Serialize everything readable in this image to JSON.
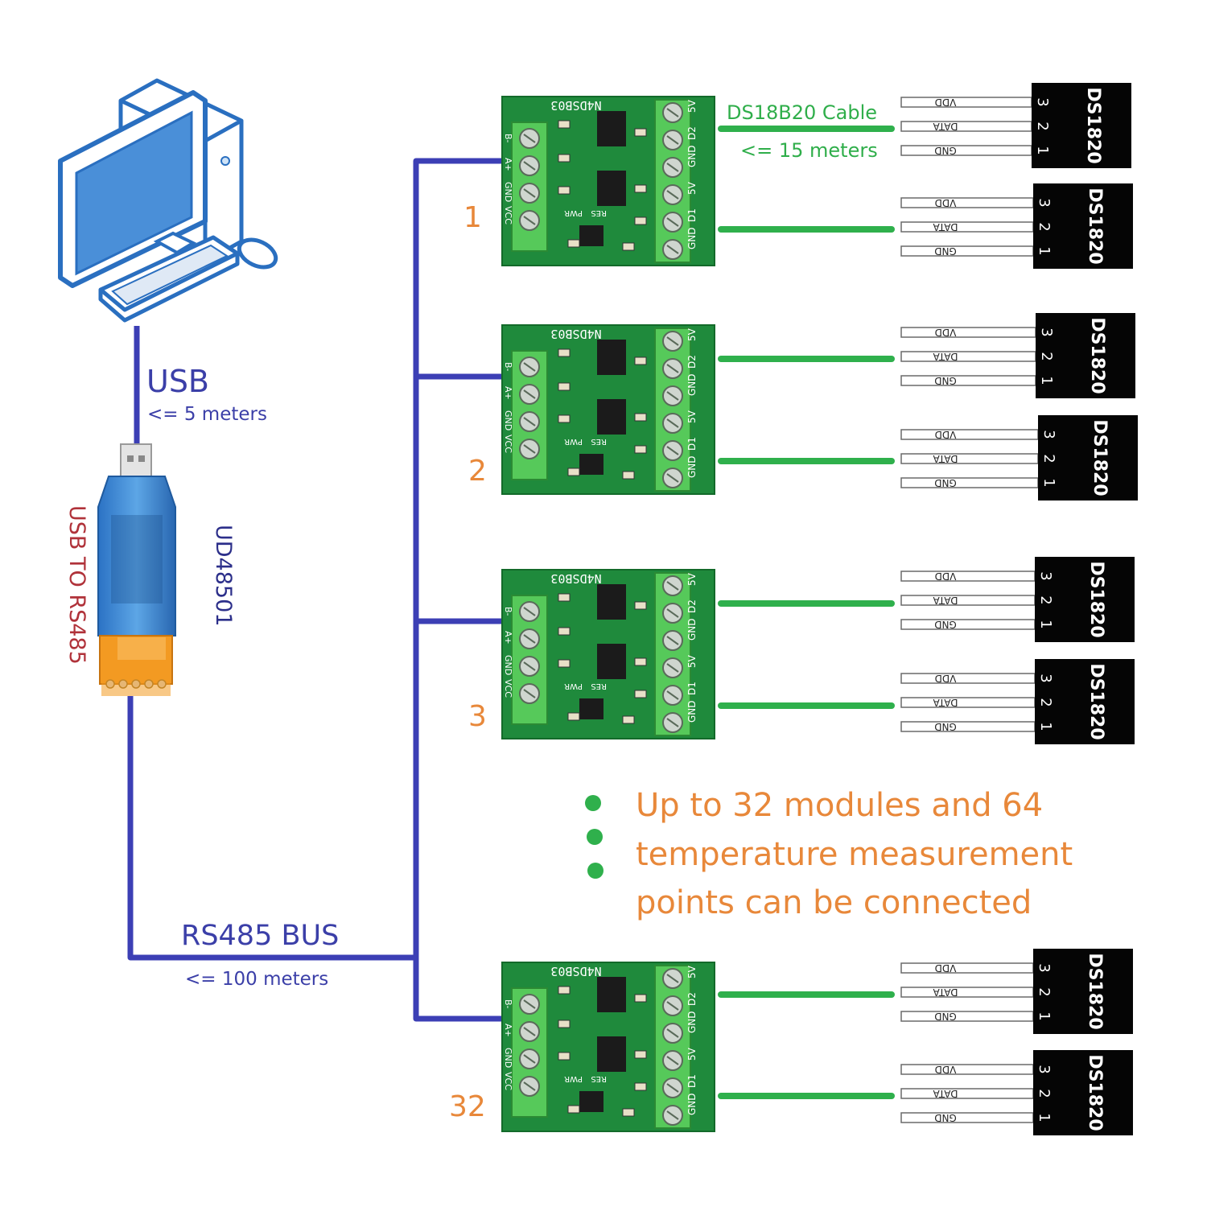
{
  "usb": {
    "label": "USB",
    "distance": "<= 5 meters"
  },
  "converter": {
    "name": "USB TO RS485",
    "model": "UD48501"
  },
  "bus": {
    "label": "RS485 BUS",
    "distance": "<= 100 meters"
  },
  "cable": {
    "label": "DS18B20 Cable",
    "distance": "<= 15 meters"
  },
  "board": {
    "model": "N4DSB03",
    "left_terminals": [
      "B-",
      "A+",
      "GND",
      "VCC"
    ],
    "right_terminals": [
      "5V",
      "D2",
      "GND",
      "5V",
      "D1",
      "GND"
    ],
    "silkscreen": {
      "pwr": "PWR",
      "res": "RES"
    }
  },
  "modules": [
    {
      "number": "1"
    },
    {
      "number": "2"
    },
    {
      "number": "3"
    },
    {
      "number": "32"
    }
  ],
  "sensor": {
    "name": "DS1820",
    "pins": [
      {
        "num": "3",
        "name": "VDD"
      },
      {
        "num": "2",
        "name": "DATA"
      },
      {
        "num": "1",
        "name": "GND"
      }
    ]
  },
  "note": {
    "lines": [
      "Up to 32 modules and 64",
      "temperature measurement",
      "points can be connected"
    ]
  },
  "colors": {
    "bus_wire": "#3c3fb5",
    "sensor_cable": "#2fb04c",
    "pcb": "#1f8a3c",
    "terminal": "#56c95a",
    "accent_text": "#e8883a",
    "computer_outline": "#2a6fc0"
  }
}
